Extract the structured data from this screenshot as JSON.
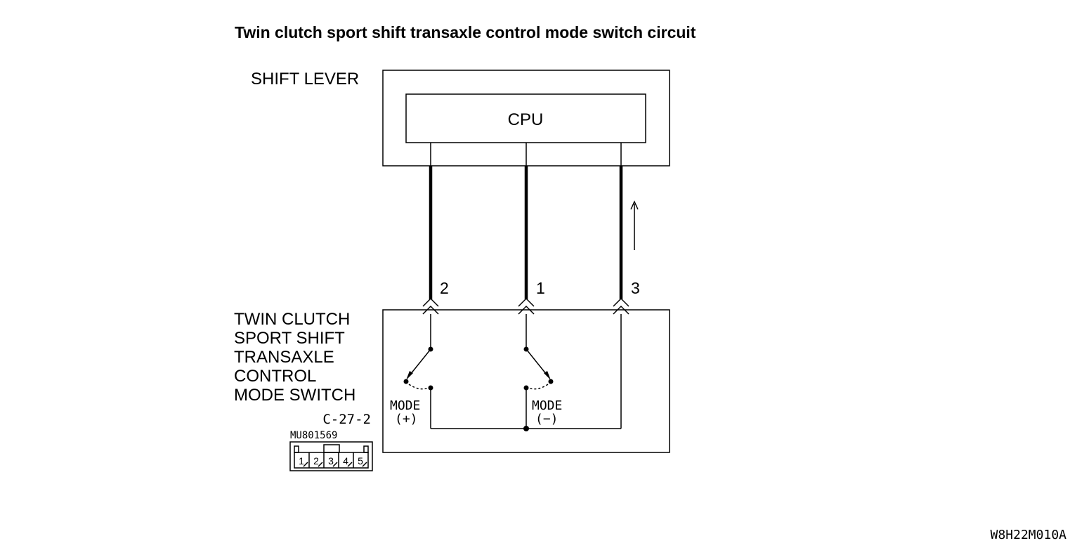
{
  "title": "Twin clutch sport shift transaxle control mode switch circuit",
  "shift_lever": {
    "label": "SHIFT LEVER",
    "cpu_label": "CPU"
  },
  "mode_switch": {
    "label_lines": [
      "TWIN CLUTCH",
      "SPORT SHIFT",
      "TRANSAXLE",
      "CONTROL",
      "MODE SWITCH"
    ],
    "connector_id": "C-27-2",
    "part_number": "MU801569",
    "connector_pins": [
      "1",
      "2",
      "3",
      "4",
      "5"
    ],
    "mode_plus": {
      "line1": "MODE",
      "line2": "(+)"
    },
    "mode_minus": {
      "line1": "MODE",
      "line2": "(−)"
    }
  },
  "wires": [
    {
      "pin": "2"
    },
    {
      "pin": "1"
    },
    {
      "pin": "3"
    }
  ],
  "figure_code": "W8H22M010A"
}
